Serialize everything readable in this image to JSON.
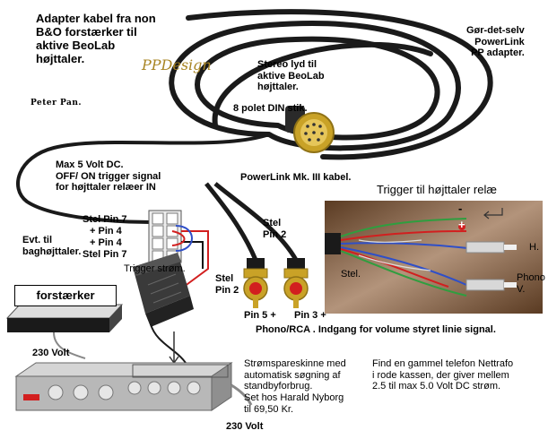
{
  "title": "Adapter kabel fra non\nB&O forstærker til\naktive BeoLab\nhøjttaler.",
  "subtitle_right": "Gør-det-selv\nPowerLink\nPP adapter.",
  "brand": "PPDesign",
  "signature": "Peter Pan.",
  "din_caption": "Stereo lyd til\naktive BeoLab\nhøjttaler.",
  "din_plug": "8 polet DIN stik.",
  "trigger_note": "Max 5 Volt DC.\nOFF/ ON trigger signal\nfor højttaler relæer IN",
  "cable_label": "PowerLink Mk. III kabel.",
  "trigger_title": "Trigger til højttaler relæ",
  "wire_minus": "-",
  "wire_plus": "+",
  "connector_pins": [
    "Stel Pin 7",
    "+ Pin 4",
    "+ Pin 4",
    "Stel Pin 7"
  ],
  "evt_note": "Evt. til\nbaghøjttaler.",
  "trigger_power": "Trigger strøm.",
  "stel_pin2_top": "Stel\nPin 2",
  "stel_pin2_left": "Stel\nPin 2",
  "pin5": "Pin 5 +",
  "pin3": "Pin 3 +",
  "phono_caption": "Phono/RCA . Indgang for volume styret linie signal.",
  "rca_h": "H.",
  "rca_phono_v": "Phono\nV.",
  "stel_wires": "Stel.",
  "amp_label": "forstærker",
  "volt_left": "230 Volt",
  "volt_bottom": "230 Volt",
  "power_strip_note": "Strømspareskinne med\nautomatisk søgning af\nstandbyforbrug.\nSet hos Harald Nyborg\ntil 69,50 Kr.",
  "phone_note": "Find en gammel telefon Nettrafo\ni rode kassen, der giver mellem\n2.5 til max 5.0 Volt DC strøm.",
  "colors": {
    "cable": "#1a1a1a",
    "gold": "#c9a227",
    "brand_gold": "#a88422",
    "wire_red": "#d21f1f",
    "wire_green": "#2f9e3f",
    "wire_blue": "#2f4fc8",
    "photo_bg": "#8a5a34",
    "strip_grey": "#b8b8b8"
  },
  "icons": [
    "din-plug-icon",
    "rca-plug-icon",
    "power-adapter-icon",
    "power-strip-icon",
    "terminal-block-icon",
    "arrow-icon"
  ]
}
